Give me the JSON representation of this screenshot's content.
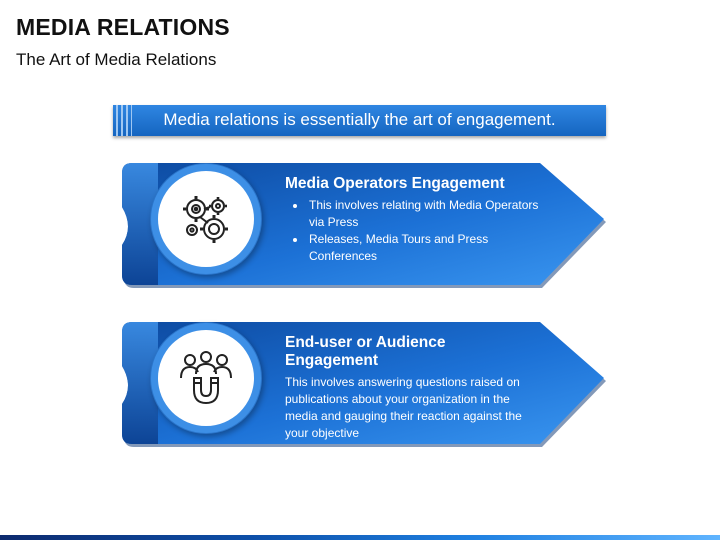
{
  "slide": {
    "title": "MEDIA RELATIONS",
    "subtitle": "The Art of Media Relations",
    "banner": "Media relations is essentially the art of engagement."
  },
  "cards": [
    {
      "title": "Media Operators Engagement",
      "icon": "gears-icon",
      "bullets": [
        "This involves relating with Media Operators via Press",
        "Releases, Media Tours and Press Conferences"
      ]
    },
    {
      "title": "End-user or Audience Engagement",
      "icon": "audience-magnet-icon",
      "body": "This involves answering questions raised on publications about your organization in the media and gauging their reaction against the your objective"
    }
  ],
  "colors": {
    "accent": "#1e7fe0",
    "card_dark": "#0d4fa8",
    "banner": "#1f74d4"
  }
}
